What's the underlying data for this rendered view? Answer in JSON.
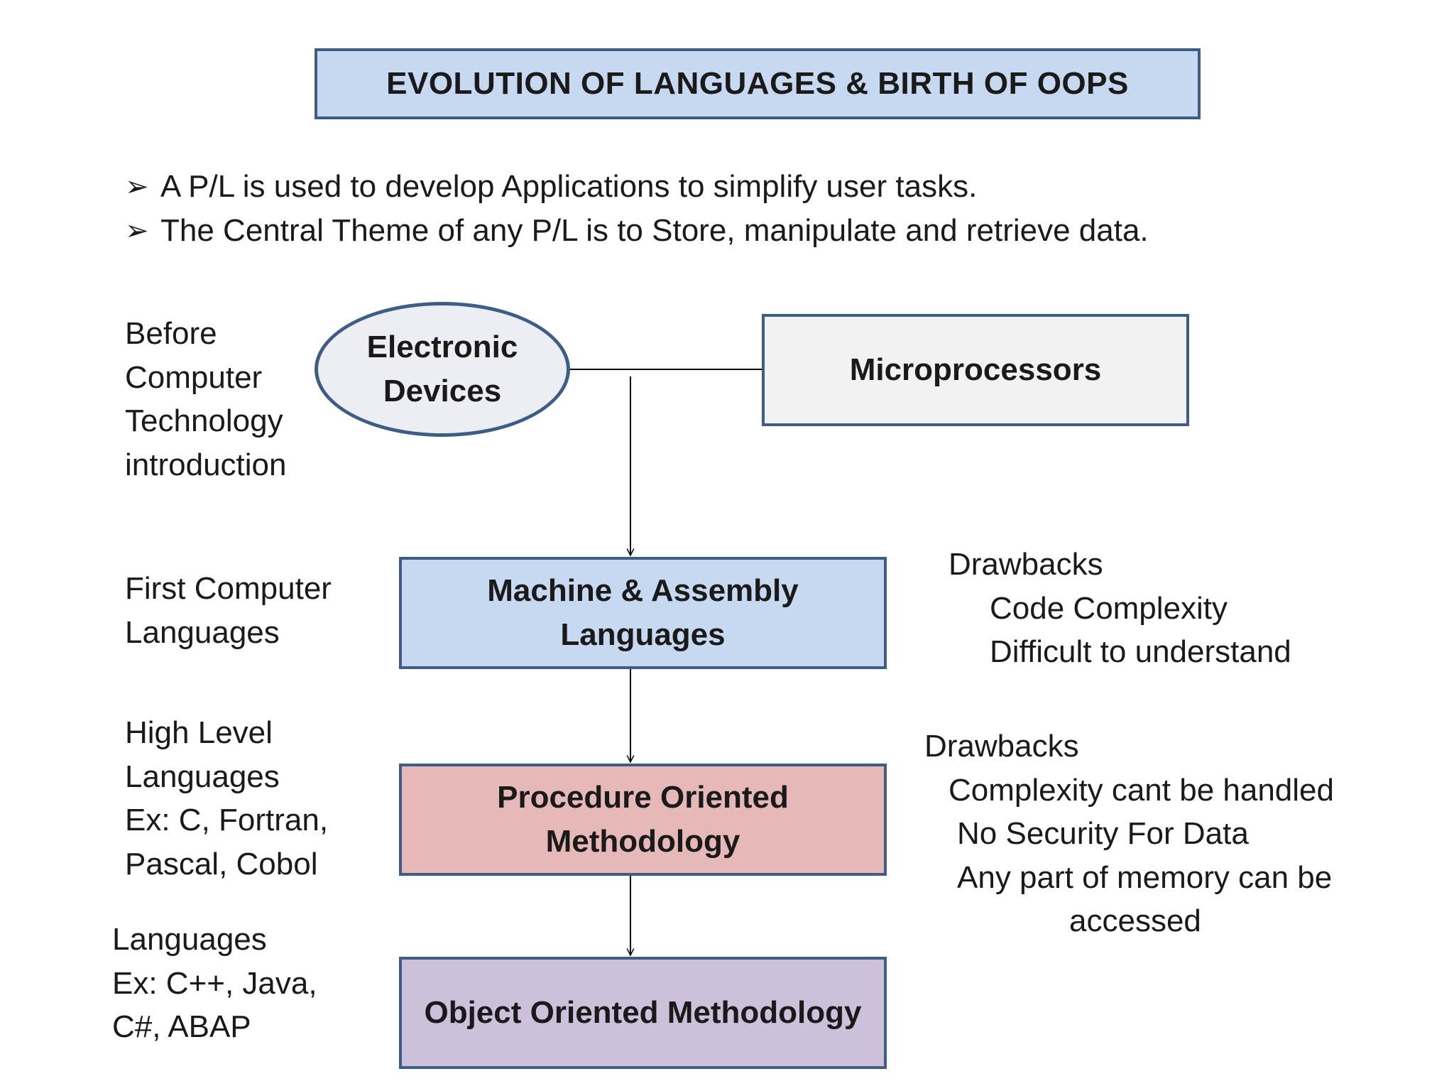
{
  "title": "EVOLUTION OF LANGUAGES & BIRTH OF OOPS",
  "bullet_glyph": "➢",
  "bullets": [
    "A P/L is used to develop Applications to simplify user tasks.",
    "The Central Theme of any P/L is to Store, manipulate and retrieve data."
  ],
  "left_notes": {
    "before": [
      "Before",
      "Computer",
      "Technology",
      "introduction"
    ],
    "first": [
      "First Computer",
      "Languages"
    ],
    "high": [
      "High Level",
      "Languages",
      "Ex: C, Fortran,",
      "Pascal, Cobol"
    ],
    "oo": [
      "Languages",
      "Ex: C++, Java,",
      "C#, ABAP"
    ]
  },
  "nodes": {
    "electronic": [
      "Electronic",
      "Devices"
    ],
    "micro": "Microprocessors",
    "machine": [
      "Machine & Assembly",
      "Languages"
    ],
    "procedure": [
      "Procedure Oriented",
      "Methodology"
    ],
    "object": "Object Oriented Methodology"
  },
  "drawbacks_1": {
    "heading": "Drawbacks",
    "items": [
      "Code Complexity",
      "Difficult to understand"
    ]
  },
  "drawbacks_2": {
    "heading": "Drawbacks",
    "items": [
      "Complexity cant be handled",
      "No Security For Data",
      "Any part of memory can be",
      "accessed"
    ]
  },
  "colors": {
    "border": "#3e5d86",
    "title_fill": "#c6d9f1",
    "machine_fill": "#c6d9f1",
    "procedure_fill": "#e6b8b7",
    "object_fill": "#ccc0da",
    "micro_fill": "#f2f2f2",
    "ellipse_fill": "#eceef4"
  }
}
